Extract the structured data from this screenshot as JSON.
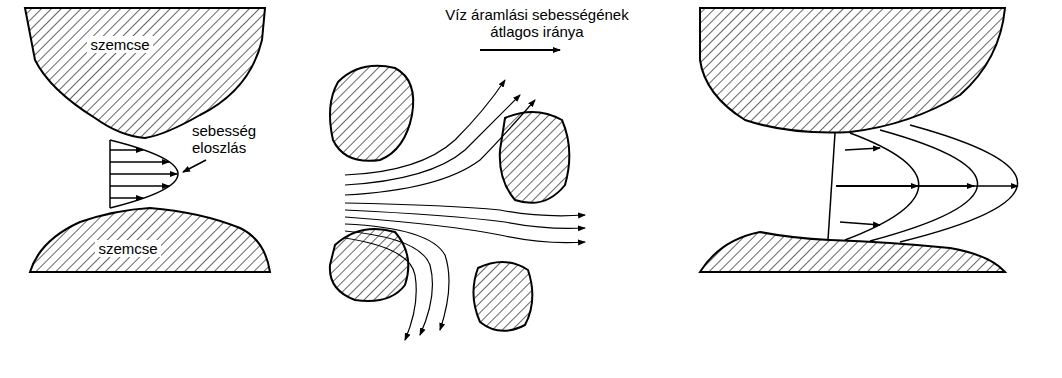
{
  "diagram": {
    "nodes": [
      {
        "text": [
          "szemcse"
        ]
      },
      {
        "text": [
          "szemcse"
        ]
      }
    ],
    "labels": [
      "Víz áramlási sebességének átlagos iránya",
      "sebesség eloszlás"
    ]
  }
}
